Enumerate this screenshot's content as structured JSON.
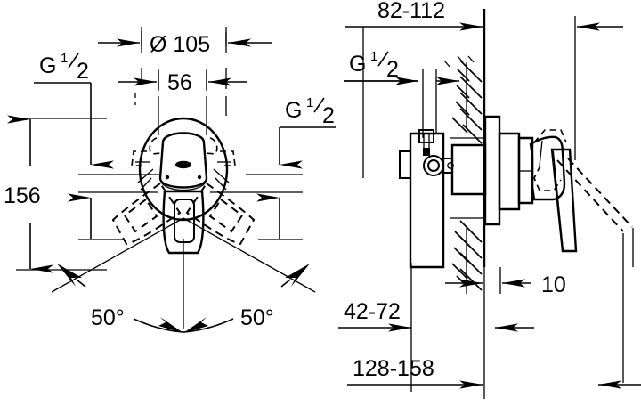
{
  "drawing": {
    "title": "Concealed single-lever mixer installation dimension drawing",
    "units": "mm",
    "line_color": "#000000",
    "background": "#ffffff",
    "views": [
      {
        "name": "front-view",
        "position": "left"
      },
      {
        "name": "section-side-view",
        "position": "right"
      }
    ]
  },
  "front_view": {
    "dimensions": {
      "diameter_label": "Ø 105",
      "width_56": "56",
      "height_156": "156",
      "angle_left": "50°",
      "angle_right": "50°"
    },
    "thread_labels": {
      "left": {
        "letter": "G",
        "numerator": "1",
        "denominator": "2"
      },
      "right": {
        "letter": "G",
        "numerator": "1",
        "denominator": "2"
      }
    }
  },
  "side_view": {
    "dimensions": {
      "depth_82_112": "82-112",
      "depth_42_72": "42-72",
      "total_128_158": "128-158",
      "projection_10": "10"
    },
    "thread_labels": {
      "left": {
        "letter": "G",
        "numerator": "1",
        "denominator": "2"
      }
    }
  }
}
